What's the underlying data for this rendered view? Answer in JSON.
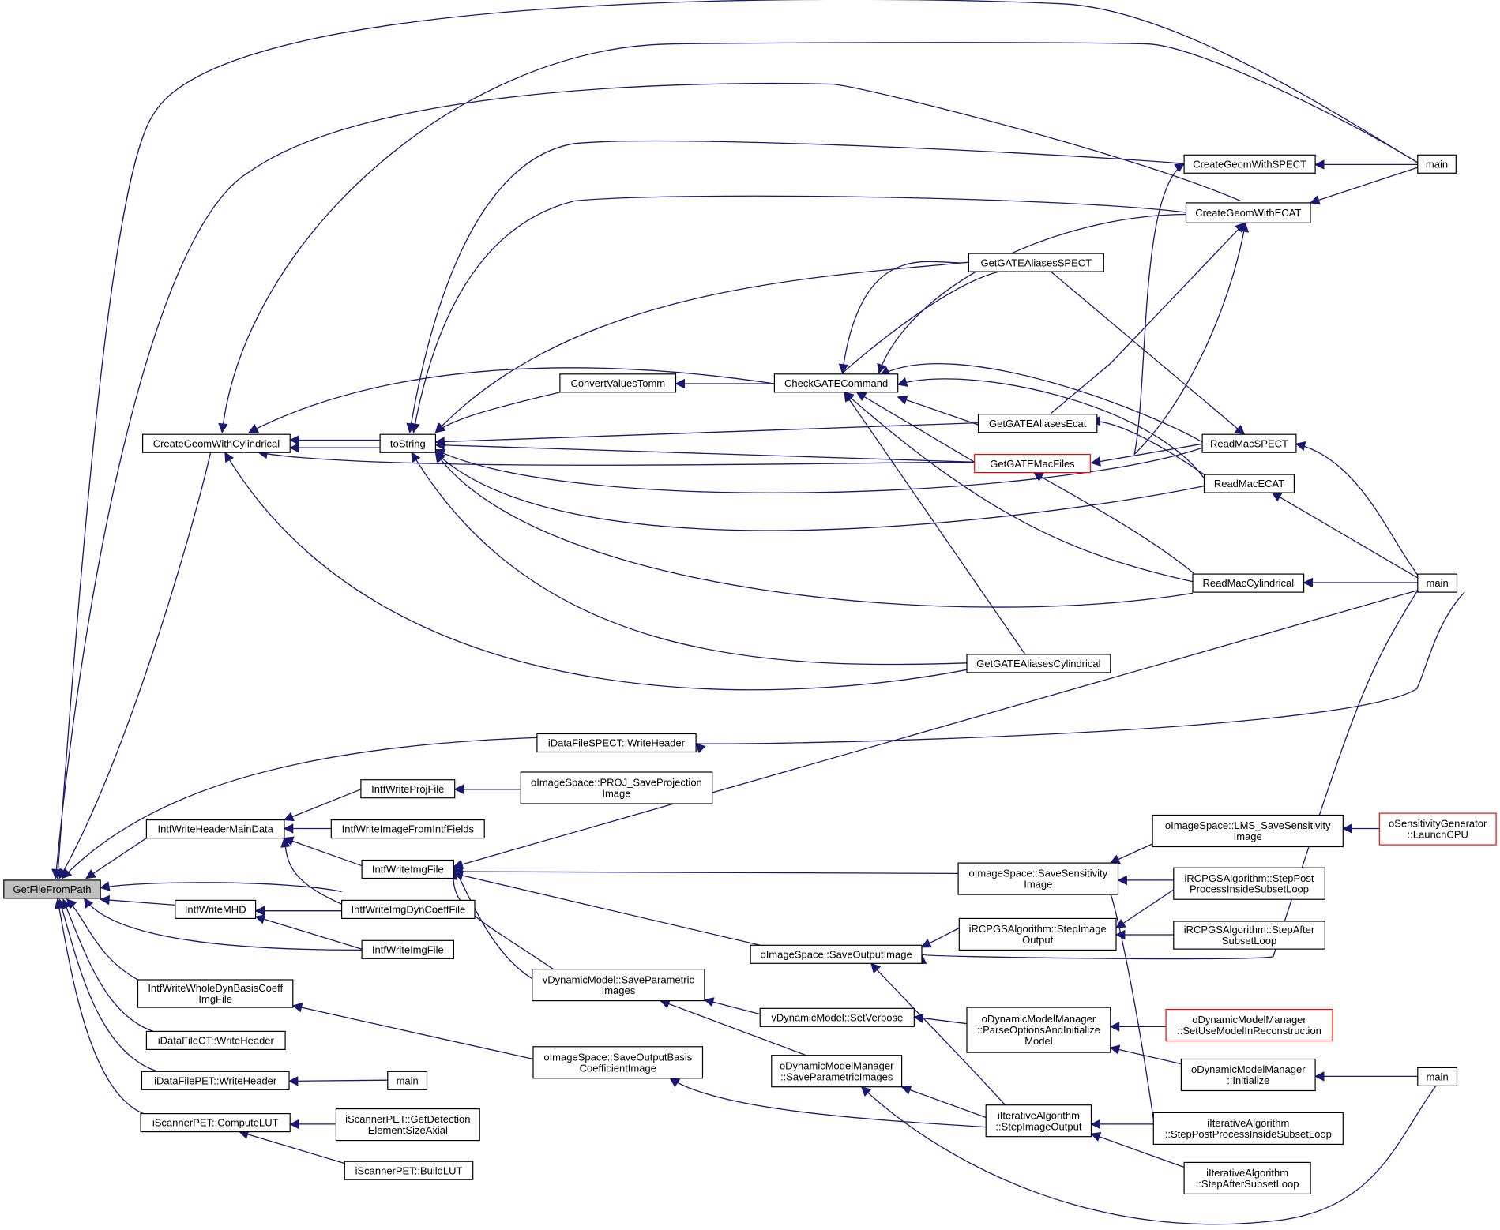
{
  "colors": {
    "edge": "#191970",
    "highlight_fill": "#bfbfbf",
    "truncated_border": "#ff0000",
    "border": "#000000"
  },
  "nodes": [
    {
      "id": "gffp",
      "lines": [
        "GetFileFromPath"
      ],
      "highlight": true
    },
    {
      "id": "cgwc",
      "lines": [
        "CreateGeomWithCylindrical"
      ]
    },
    {
      "id": "tostr",
      "lines": [
        "toString"
      ]
    },
    {
      "id": "cvt",
      "lines": [
        "ConvertValuesTomm"
      ]
    },
    {
      "id": "cgc",
      "lines": [
        "CheckGATECommand"
      ]
    },
    {
      "id": "gas",
      "lines": [
        "GetGATEAliasesSPECT"
      ]
    },
    {
      "id": "gae",
      "lines": [
        "GetGATEAliasesEcat"
      ]
    },
    {
      "id": "gmf",
      "lines": [
        "GetGATEMacFiles"
      ],
      "truncated": true
    },
    {
      "id": "gac",
      "lines": [
        "GetGATEAliasesCylindrical"
      ]
    },
    {
      "id": "cgs",
      "lines": [
        "CreateGeomWithSPECT"
      ]
    },
    {
      "id": "cge",
      "lines": [
        "CreateGeomWithECAT"
      ]
    },
    {
      "id": "rms",
      "lines": [
        "ReadMacSPECT"
      ]
    },
    {
      "id": "rme",
      "lines": [
        "ReadMacECAT"
      ]
    },
    {
      "id": "rmc",
      "lines": [
        "ReadMacCylindrical"
      ]
    },
    {
      "id": "main1",
      "lines": [
        "main"
      ]
    },
    {
      "id": "main2",
      "lines": [
        "main"
      ]
    },
    {
      "id": "dfspect",
      "lines": [
        "iDataFileSPECT::WriteHeader"
      ]
    },
    {
      "id": "iwhmd",
      "lines": [
        "IntfWriteHeaderMainData"
      ]
    },
    {
      "id": "iwpf",
      "lines": [
        "IntfWriteProjFile"
      ]
    },
    {
      "id": "iwifif",
      "lines": [
        "IntfWriteImageFromIntfFields"
      ]
    },
    {
      "id": "iwimg1",
      "lines": [
        "IntfWriteImgFile"
      ]
    },
    {
      "id": "iwmhd",
      "lines": [
        "IntfWriteMHD"
      ]
    },
    {
      "id": "iwidcf",
      "lines": [
        "IntfWriteImgDynCoeffFile"
      ]
    },
    {
      "id": "iwimg2",
      "lines": [
        "IntfWriteImgFile"
      ]
    },
    {
      "id": "iwwdb",
      "lines": [
        "IntfWriteWholeDynBasisCoeff",
        "ImgFile"
      ]
    },
    {
      "id": "dfct",
      "lines": [
        "iDataFileCT::WriteHeader"
      ]
    },
    {
      "id": "dfpet",
      "lines": [
        "iDataFilePET::WriteHeader"
      ]
    },
    {
      "id": "main3",
      "lines": [
        "main"
      ]
    },
    {
      "id": "scomp",
      "lines": [
        "iScannerPET::ComputeLUT"
      ]
    },
    {
      "id": "sgdes",
      "lines": [
        "iScannerPET::GetDetection",
        "ElementSizeAxial"
      ]
    },
    {
      "id": "sblut",
      "lines": [
        "iScannerPET::BuildLUT"
      ]
    },
    {
      "id": "projsave",
      "lines": [
        "oImageSpace::PROJ_SaveProjection",
        "Image"
      ]
    },
    {
      "id": "vsavepar",
      "lines": [
        "vDynamicModel::SaveParametric",
        "Images"
      ]
    },
    {
      "id": "isoutbasis",
      "lines": [
        "oImageSpace::SaveOutputBasis",
        "CoefficientImage"
      ]
    },
    {
      "id": "isoutimg",
      "lines": [
        "oImageSpace::SaveOutputImage"
      ]
    },
    {
      "id": "issens",
      "lines": [
        "oImageSpace::SaveSensitivity",
        "Image"
      ]
    },
    {
      "id": "vverb",
      "lines": [
        "vDynamicModel::SetVerbose"
      ]
    },
    {
      "id": "dmmsave",
      "lines": [
        "oDynamicModelManager",
        "::SaveParametricImages"
      ]
    },
    {
      "id": "lmssens",
      "lines": [
        "oImageSpace::LMS_SaveSensitivity",
        "Image"
      ]
    },
    {
      "id": "sensgen",
      "lines": [
        "oSensitivityGenerator",
        "::LaunchCPU"
      ],
      "truncated": true
    },
    {
      "id": "rcpost",
      "lines": [
        "iRCPGSAlgorithm::StepPost",
        "ProcessInsideSubsetLoop"
      ]
    },
    {
      "id": "rcimg",
      "lines": [
        "iRCPGSAlgorithm::StepImage",
        "Output"
      ]
    },
    {
      "id": "rcafter",
      "lines": [
        "iRCPGSAlgorithm::StepAfter",
        "SubsetLoop"
      ]
    },
    {
      "id": "dmmparse",
      "lines": [
        "oDynamicModelManager",
        "::ParseOptionsAndInitialize",
        "Model"
      ]
    },
    {
      "id": "dmmuse",
      "lines": [
        "oDynamicModelManager",
        "::SetUseModelInReconstruction"
      ],
      "truncated": true
    },
    {
      "id": "dmminit",
      "lines": [
        "oDynamicModelManager",
        "::Initialize"
      ]
    },
    {
      "id": "main4",
      "lines": [
        "main"
      ]
    },
    {
      "id": "itimg",
      "lines": [
        "iIterativeAlgorithm",
        "::StepImageOutput"
      ]
    },
    {
      "id": "itpost",
      "lines": [
        "iIterativeAlgorithm",
        "::StepPostProcessInsideSubsetLoop"
      ]
    },
    {
      "id": "itafter",
      "lines": [
        "iIterativeAlgorithm",
        "::StepAfterSubsetLoop"
      ]
    }
  ]
}
